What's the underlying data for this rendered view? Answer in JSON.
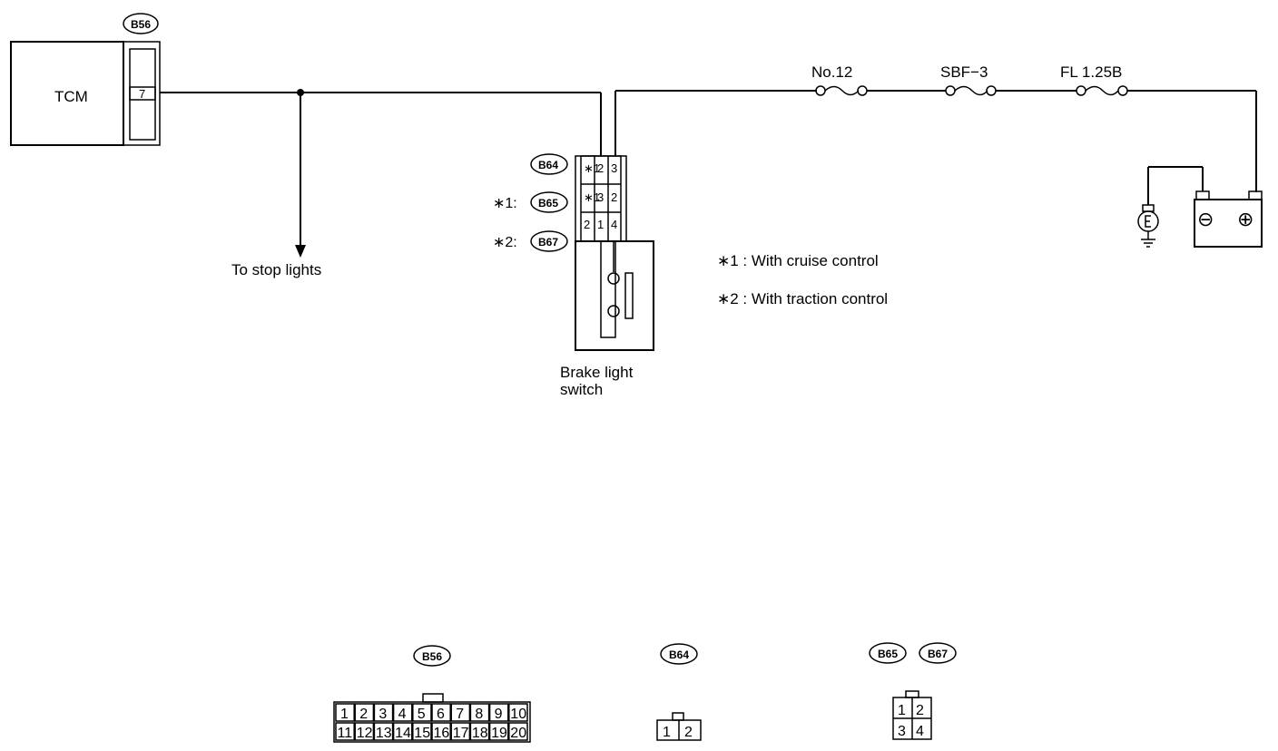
{
  "connectors": {
    "tcm_b56": "B56",
    "b64": "B64",
    "b65": "B65",
    "b67": "B67"
  },
  "tcm": {
    "label": "TCM",
    "pin": "7"
  },
  "stop_lights": {
    "label": "To stop lights"
  },
  "fuses": {
    "no12": "No.12",
    "sbf3": "SBF−3",
    "fl125b": "FL 1.25B"
  },
  "switch_block": {
    "note1_prefix": "∗1:",
    "note2_prefix": "∗2:",
    "pins": [
      "∗1",
      "2",
      "3",
      "∗1",
      "3",
      "2",
      "2",
      "1",
      "4"
    ],
    "label_line1": "Brake light",
    "label_line2": "switch"
  },
  "notes": {
    "note1": "∗1 : With cruise control",
    "note2": "∗2 : With traction control"
  },
  "battery": {
    "minus": "⊖",
    "plus": "⊕"
  },
  "bottom": {
    "b56_tag": "B56",
    "b56_row1": [
      "1",
      "2",
      "3",
      "4",
      "5",
      "6",
      "7",
      "8",
      "9",
      "10"
    ],
    "b56_row2": [
      "11",
      "12",
      "13",
      "14",
      "15",
      "16",
      "17",
      "18",
      "19",
      "20"
    ],
    "b64_tag": "B64",
    "b64_pins": [
      "1",
      "2"
    ],
    "b65_tag": "B65",
    "b67_tag": "B67",
    "b65_b67_pins": [
      "1",
      "2",
      "3",
      "4"
    ]
  }
}
